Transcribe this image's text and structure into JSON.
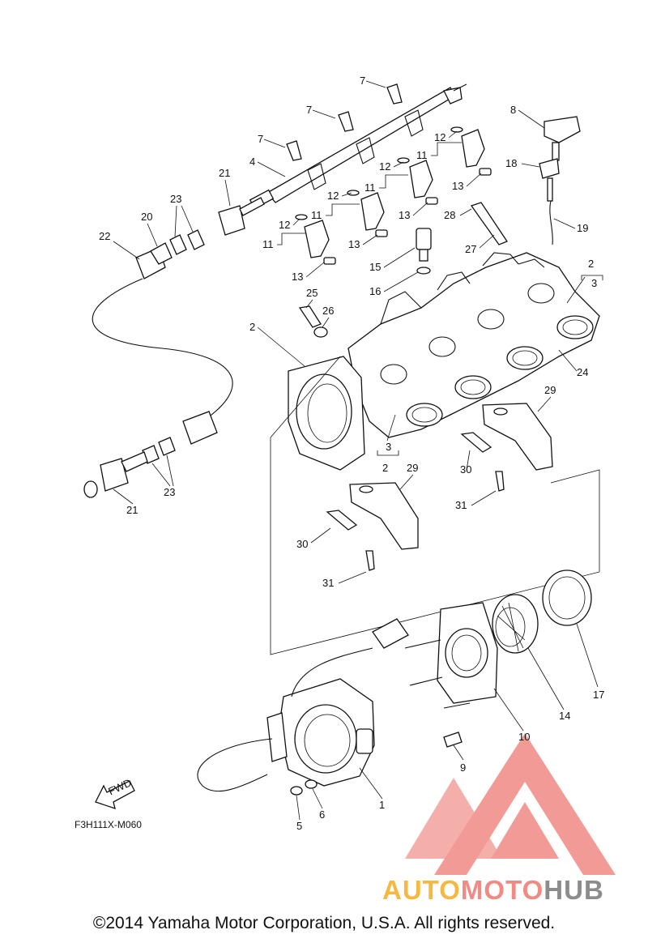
{
  "diagram_code": "F3H111X-M060",
  "fwd_label": "FWD",
  "copyright": "©2014 Yamaha Motor Corporation, U.S.A. All rights reserved.",
  "watermark": {
    "part1": "AUTO",
    "part2": "MOTO",
    "part3": "HUB",
    "color1": "#f5b942",
    "color2": "#f08a84",
    "color3": "#8c8c8c",
    "logo_color": "#f08a84"
  },
  "callouts": [
    "1",
    "2",
    "3",
    "4",
    "5",
    "6",
    "7",
    "8",
    "9",
    "10",
    "11",
    "12",
    "13",
    "14",
    "15",
    "16",
    "17",
    "18",
    "19",
    "20",
    "21",
    "22",
    "23",
    "24",
    "25",
    "26",
    "27",
    "28",
    "29",
    "30",
    "31"
  ]
}
